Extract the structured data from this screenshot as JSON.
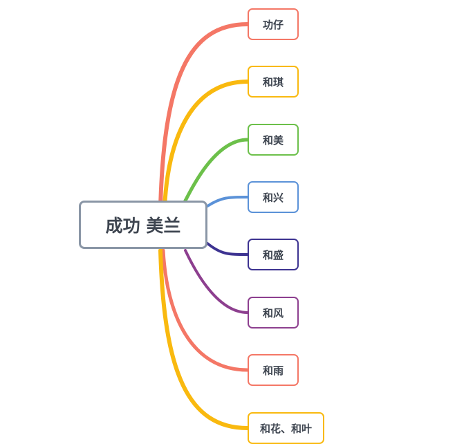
{
  "root": {
    "label": "成功 美兰",
    "color": "#8a96a6"
  },
  "children": [
    {
      "label": "功仔",
      "color": "#f47766"
    },
    {
      "label": "和琪",
      "color": "#f9b90f"
    },
    {
      "label": "和美",
      "color": "#6cc04a"
    },
    {
      "label": "和兴",
      "color": "#5b92d8"
    },
    {
      "label": "和盛",
      "color": "#3d3391"
    },
    {
      "label": "和风",
      "color": "#8d3f8f"
    },
    {
      "label": "和雨",
      "color": "#f47766"
    },
    {
      "label": "和花、和叶",
      "color": "#f9b90f"
    }
  ]
}
